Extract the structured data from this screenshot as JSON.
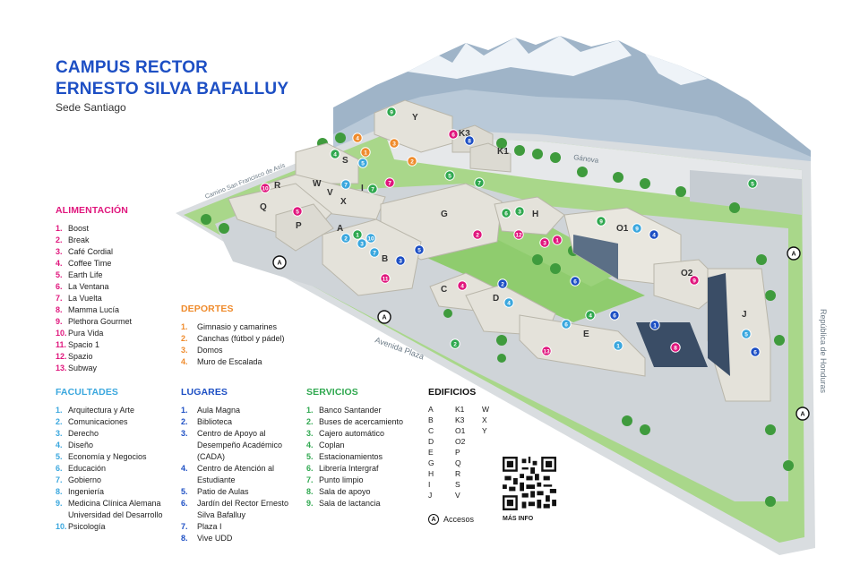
{
  "title": {
    "line1": "CAMPUS RECTOR",
    "line2": "ERNESTO SILVA BAFALLUY",
    "subtitle": "Sede Santiago"
  },
  "streets": {
    "camino": "Camino San Francisco de Asís",
    "ganova": "Gánova",
    "plaza": "Avenida Plaza",
    "honduras": "República de Honduras"
  },
  "colors": {
    "title": "#1d4fc4",
    "alimentacion": "#e0167d",
    "deportes": "#ef8b2c",
    "facultades": "#3aa7de",
    "lugares": "#1d4fc4",
    "servicios": "#2fa84f",
    "edificios": "#111111"
  },
  "alimentacion": {
    "heading": "ALIMENTACIÓN",
    "items": [
      {
        "n": "1.",
        "label": "Boost"
      },
      {
        "n": "2.",
        "label": "Break"
      },
      {
        "n": "3.",
        "label": "Café Cordial"
      },
      {
        "n": "4.",
        "label": "Coffee Time"
      },
      {
        "n": "5.",
        "label": "Earth Life"
      },
      {
        "n": "6.",
        "label": "La Ventana"
      },
      {
        "n": "7.",
        "label": "La Vuelta"
      },
      {
        "n": "8.",
        "label": "Mamma Lucía"
      },
      {
        "n": "9.",
        "label": "Plethora Gourmet"
      },
      {
        "n": "10.",
        "label": "Pura Vida"
      },
      {
        "n": "11.",
        "label": "Spacio 1"
      },
      {
        "n": "12.",
        "label": "Spazio"
      },
      {
        "n": "13.",
        "label": "Subway"
      }
    ]
  },
  "deportes": {
    "heading": "DEPORTES",
    "items": [
      {
        "n": "1.",
        "label": "Gimnasio y camarines"
      },
      {
        "n": "2.",
        "label": "Canchas (fútbol y pádel)"
      },
      {
        "n": "3.",
        "label": "Domos"
      },
      {
        "n": "4.",
        "label": "Muro de Escalada"
      }
    ]
  },
  "facultades": {
    "heading": "FACULTADES",
    "items": [
      {
        "n": "1.",
        "label": "Arquitectura y Arte"
      },
      {
        "n": "2.",
        "label": "Comunicaciones"
      },
      {
        "n": "3.",
        "label": "Derecho"
      },
      {
        "n": "4.",
        "label": "Diseño"
      },
      {
        "n": "5.",
        "label": "Economía y Negocios"
      },
      {
        "n": "6.",
        "label": "Educación"
      },
      {
        "n": "7.",
        "label": "Gobierno"
      },
      {
        "n": "8.",
        "label": "Ingeniería"
      },
      {
        "n": "9.",
        "label": "Medicina Clínica Alemana Universidad del Desarrollo"
      },
      {
        "n": "10.",
        "label": "Psicología"
      }
    ]
  },
  "lugares": {
    "heading": "LUGARES",
    "items": [
      {
        "n": "1.",
        "label": "Aula Magna"
      },
      {
        "n": "2.",
        "label": "Biblioteca"
      },
      {
        "n": "3.",
        "label": "Centro de Apoyo al Desempeño Académico (CADA)"
      },
      {
        "n": "4.",
        "label": "Centro de Atención al Estudiante"
      },
      {
        "n": "5.",
        "label": "Patio de Aulas"
      },
      {
        "n": "6.",
        "label": "Jardín del Rector Ernesto Silva Bafalluy"
      },
      {
        "n": "7.",
        "label": "Plaza I"
      },
      {
        "n": "8.",
        "label": "Vive UDD"
      }
    ]
  },
  "servicios": {
    "heading": "SERVICIOS",
    "items": [
      {
        "n": "1.",
        "label": "Banco Santander"
      },
      {
        "n": "2.",
        "label": "Buses de acercamiento"
      },
      {
        "n": "3.",
        "label": "Cajero automático"
      },
      {
        "n": "4.",
        "label": "Coplan"
      },
      {
        "n": "5.",
        "label": "Estacionamientos"
      },
      {
        "n": "6.",
        "label": "Librería Intergraf"
      },
      {
        "n": "7.",
        "label": "Punto limpio"
      },
      {
        "n": "8.",
        "label": "Sala de apoyo"
      },
      {
        "n": "9.",
        "label": "Sala de lactancia"
      }
    ]
  },
  "edificios": {
    "heading": "EDIFICIOS",
    "codes": [
      "A",
      "K1",
      "W",
      "B",
      "K3",
      "X",
      "C",
      "O1",
      "Y",
      "D",
      "O2",
      "",
      "E",
      "P",
      "",
      "G",
      "Q",
      "",
      "H",
      "R",
      "",
      "I",
      "S",
      "",
      "J",
      "V",
      ""
    ]
  },
  "accesos": {
    "symbol": "A",
    "label": "Accesos"
  },
  "qr": {
    "label": "MÁS INFO"
  },
  "buildings": [
    {
      "id": "b-y",
      "code": "Y"
    },
    {
      "id": "b-k3",
      "code": "K3"
    },
    {
      "id": "b-k1",
      "code": "K1"
    },
    {
      "id": "b-s",
      "code": "S"
    },
    {
      "id": "b-r",
      "code": "R"
    },
    {
      "id": "b-w",
      "code": "W"
    },
    {
      "id": "b-v",
      "code": "V"
    },
    {
      "id": "b-i",
      "code": "I"
    },
    {
      "id": "b-x",
      "code": "X"
    },
    {
      "id": "b-q",
      "code": "Q"
    },
    {
      "id": "b-p",
      "code": "P"
    },
    {
      "id": "b-g",
      "code": "G"
    },
    {
      "id": "b-h",
      "code": "H"
    },
    {
      "id": "b-a",
      "code": "A"
    },
    {
      "id": "b-b",
      "code": "B"
    },
    {
      "id": "b-o1",
      "code": "O1"
    },
    {
      "id": "b-c",
      "code": "C"
    },
    {
      "id": "b-d",
      "code": "D"
    },
    {
      "id": "b-o2",
      "code": "O2"
    },
    {
      "id": "b-j",
      "code": "J"
    },
    {
      "id": "b-e",
      "code": "E"
    }
  ],
  "markers": [
    {
      "n": "9",
      "cat": "servicios"
    },
    {
      "n": "4",
      "cat": "deportes"
    },
    {
      "n": "3",
      "cat": "deportes"
    },
    {
      "n": "6",
      "cat": "alimentacion"
    },
    {
      "n": "8",
      "cat": "lugares"
    },
    {
      "n": "1",
      "cat": "deportes"
    },
    {
      "n": "2",
      "cat": "deportes"
    },
    {
      "n": "4",
      "cat": "servicios"
    },
    {
      "n": "5",
      "cat": "facultades"
    },
    {
      "n": "10",
      "cat": "alimentacion"
    },
    {
      "n": "7",
      "cat": "alimentacion"
    },
    {
      "n": "7",
      "cat": "servicios"
    },
    {
      "n": "7",
      "cat": "facultades"
    },
    {
      "n": "5",
      "cat": "servicios"
    },
    {
      "n": "7",
      "cat": "servicios"
    },
    {
      "n": "5",
      "cat": "alimentacion"
    },
    {
      "n": "6",
      "cat": "servicios"
    },
    {
      "n": "3",
      "cat": "servicios"
    },
    {
      "n": "2",
      "cat": "alimentacion"
    },
    {
      "n": "12",
      "cat": "alimentacion"
    },
    {
      "n": "3",
      "cat": "alimentacion"
    },
    {
      "n": "1",
      "cat": "alimentacion"
    },
    {
      "n": "9",
      "cat": "servicios"
    },
    {
      "n": "9",
      "cat": "facultades"
    },
    {
      "n": "4",
      "cat": "lugares"
    },
    {
      "n": "5",
      "cat": "servicios"
    },
    {
      "n": "2",
      "cat": "facultades"
    },
    {
      "n": "1",
      "cat": "servicios"
    },
    {
      "n": "10",
      "cat": "facultades"
    },
    {
      "n": "5",
      "cat": "lugares"
    },
    {
      "n": "7",
      "cat": "facultades"
    },
    {
      "n": "3",
      "cat": "facultades"
    },
    {
      "n": "3",
      "cat": "lugares"
    },
    {
      "n": "11",
      "cat": "alimentacion"
    },
    {
      "n": "4",
      "cat": "alimentacion"
    },
    {
      "n": "2",
      "cat": "lugares"
    },
    {
      "n": "4",
      "cat": "facultades"
    },
    {
      "n": "6",
      "cat": "lugares"
    },
    {
      "n": "4",
      "cat": "servicios"
    },
    {
      "n": "6",
      "cat": "lugares"
    },
    {
      "n": "9",
      "cat": "alimentacion"
    },
    {
      "n": "1",
      "cat": "lugares"
    },
    {
      "n": "6",
      "cat": "facultades"
    },
    {
      "n": "1",
      "cat": "facultades"
    },
    {
      "n": "13",
      "cat": "alimentacion"
    },
    {
      "n": "2",
      "cat": "servicios"
    },
    {
      "n": "8",
      "cat": "alimentacion"
    },
    {
      "n": "5",
      "cat": "facultades"
    },
    {
      "n": "6",
      "cat": "lugares"
    }
  ],
  "access_markers": [
    {
      "symbol": "A"
    },
    {
      "symbol": "A"
    },
    {
      "symbol": "A"
    },
    {
      "symbol": "A"
    }
  ]
}
